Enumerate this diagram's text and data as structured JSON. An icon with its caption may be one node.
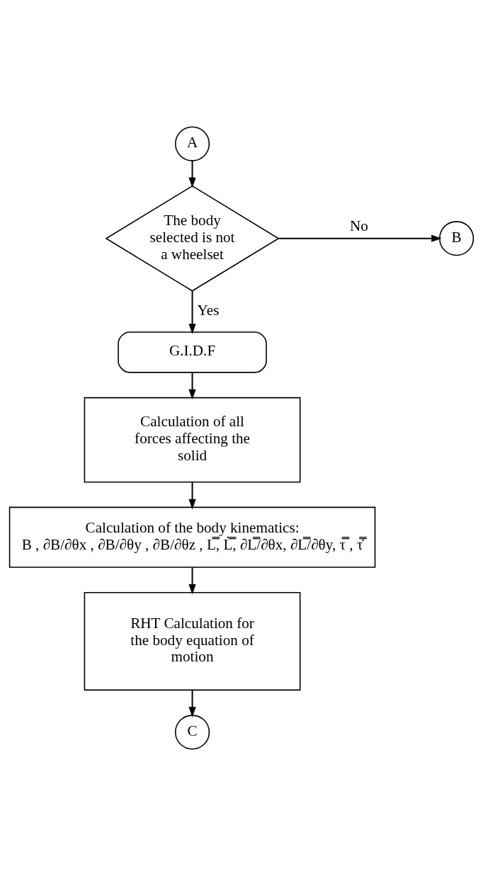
{
  "diagram": {
    "nodes": [
      {
        "text": [
          "A"
        ]
      },
      {
        "text": [
          "The body selected is not a wheelset"
        ]
      },
      {
        "text": [
          "B"
        ]
      },
      {
        "text": [
          "G.I.D.F"
        ]
      },
      {
        "text": [
          "Calculation of all forces affecting the solid"
        ]
      },
      {
        "text": [
          "Calculation of the body kinematics:",
          "B , ∂B/∂θx , ∂B/∂θy , ∂B/∂θz , L̿, L̿̇, ∂L̿/∂θx, ∂L̿/∂θy, τ̿ , τ̿̇"
        ]
      },
      {
        "text": [
          "RHT Calculation for the body equation of motion"
        ]
      },
      {
        "text": [
          "C"
        ]
      }
    ],
    "edges": [
      {
        "from": 0,
        "to": 1,
        "arrow": "to"
      },
      {
        "from": 1,
        "to": 2,
        "arrow": "to",
        "label": "No"
      },
      {
        "from": 1,
        "to": 3,
        "arrow": "to",
        "label": "Yes"
      },
      {
        "from": 3,
        "to": 4,
        "arrow": "to"
      },
      {
        "from": 4,
        "to": 5,
        "arrow": "to"
      },
      {
        "from": 5,
        "to": 6,
        "arrow": "to"
      },
      {
        "from": 6,
        "to": 7,
        "arrow": "to"
      }
    ]
  }
}
